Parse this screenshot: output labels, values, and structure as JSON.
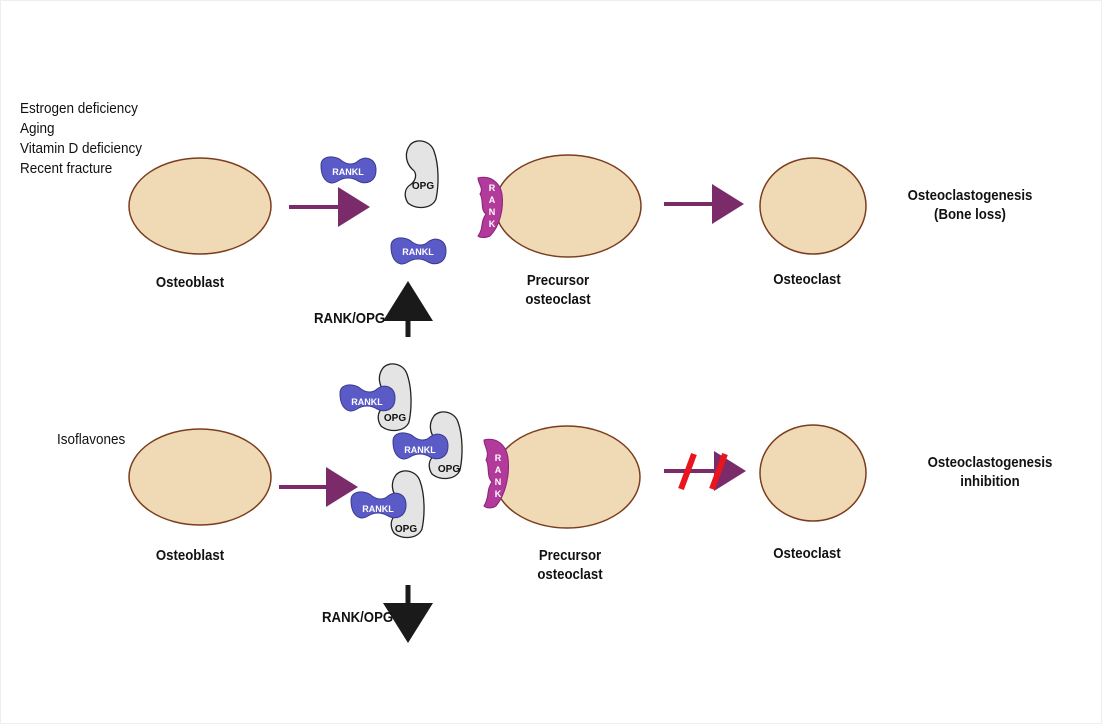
{
  "top_row": {
    "risk_factors": [
      "Estrogen deficiency",
      "Aging",
      "Vitamin D deficiency",
      "Recent fracture"
    ],
    "osteoblast_label": "Osteoblast",
    "rankl_label": "RANKL",
    "opg_label": "OPG",
    "rank_label": "RANK",
    "precursor_label_line1": "Precursor",
    "precursor_label_line2": "osteoclast",
    "osteoclast_label": "Osteoclast",
    "ratio_label": "RANK/OPG",
    "ratio_direction": "up",
    "outcome_line1": "Osteoclastogenesis",
    "outcome_line2": "(Bone loss)"
  },
  "bottom_row": {
    "agent": "Isoflavones",
    "osteoblast_label": "Osteoblast",
    "rankl_label": "RANKL",
    "opg_label": "OPG",
    "rank_label": "RANK",
    "precursor_label_line1": "Precursor",
    "precursor_label_line2": "osteoclast",
    "osteoclast_label": "Osteoclast",
    "ratio_label": "RANK/OPG",
    "ratio_direction": "down",
    "outcome_line1": "Osteoclastogenesis",
    "outcome_line2": "inhibition"
  },
  "colors": {
    "cell_fill": "#F0D9B5",
    "cell_stroke": "#7A3E1E",
    "arrow": "#7B2A6A",
    "rankl": "#5B5BC8",
    "opg": "#E4E4E4",
    "rank": "#B23A9A",
    "block": "#E8141E"
  }
}
